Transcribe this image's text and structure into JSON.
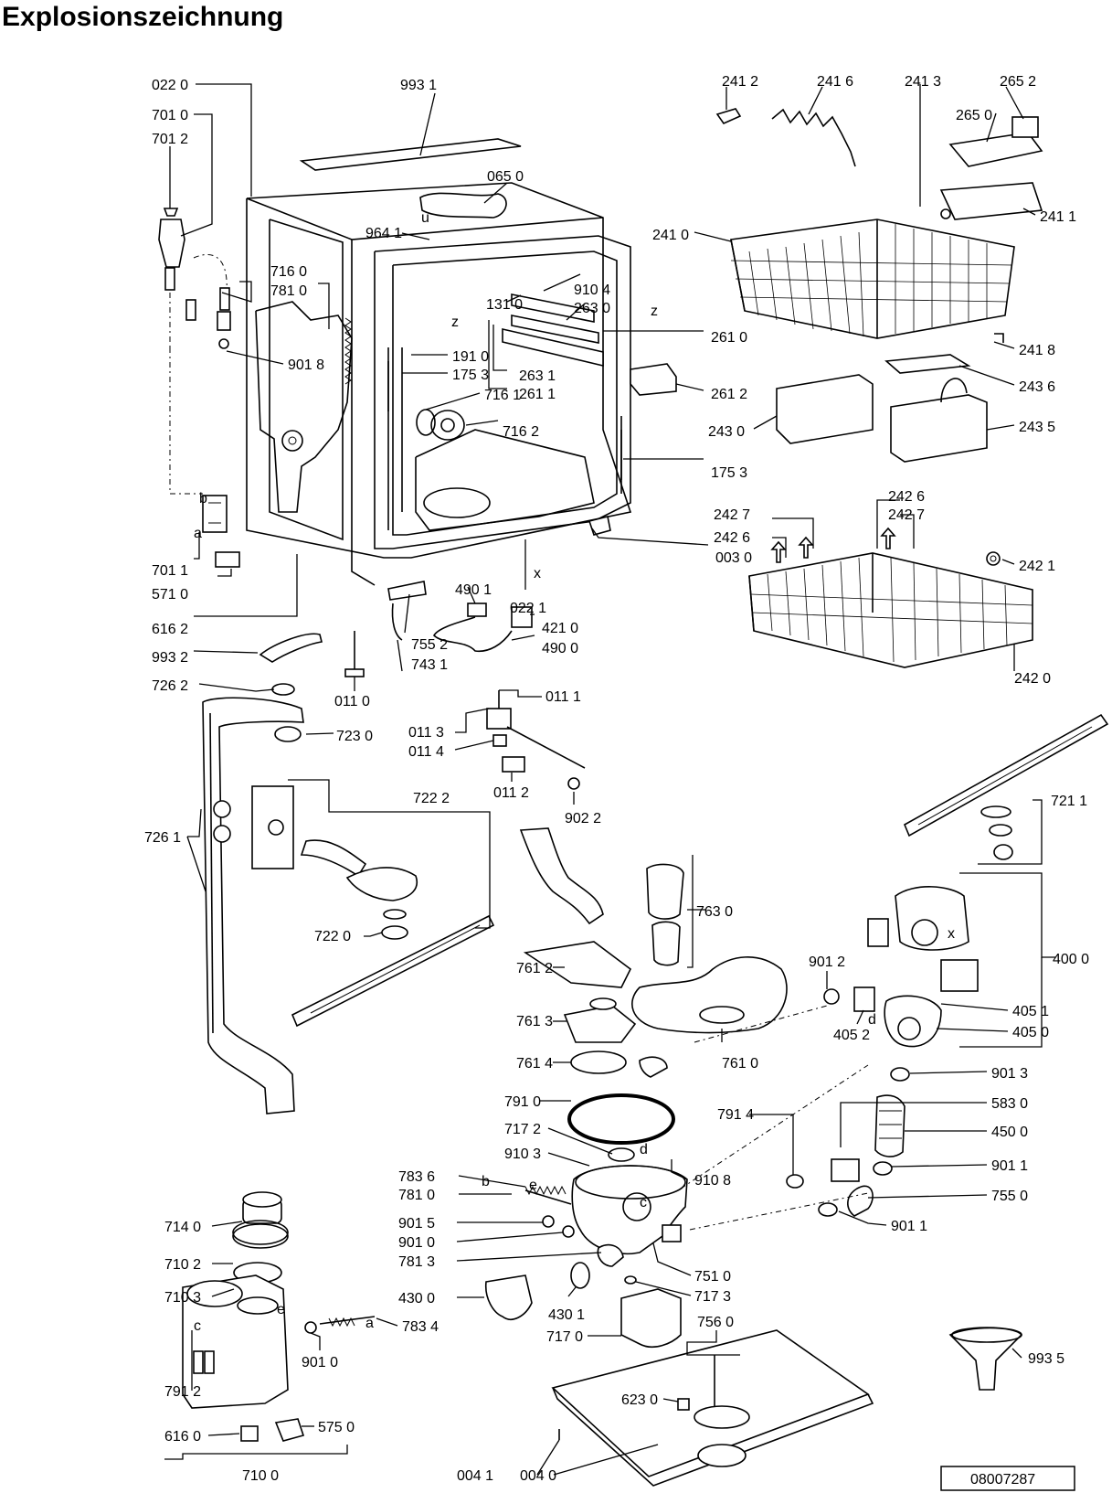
{
  "title": "Explosionszeichnung",
  "doc_number": "08007287",
  "callouts": {
    "c0220": "022 0",
    "c9931": "993 1",
    "c7010": "701 0",
    "c7012": "701 2",
    "c0650": "065 0",
    "c9641": "964 1",
    "c7160": "716 0",
    "c7810": "781 0",
    "c9104": "910 4",
    "c1310": "131 0",
    "c2630": "263 0",
    "c9018": "901 8",
    "c1910": "191 0",
    "c1753a": "175 3",
    "c7161": "716 1",
    "c7162": "716 2",
    "c2631": "263 1",
    "c2611": "261 1",
    "c2610": "261 0",
    "c2612": "261 2",
    "c1753b": "175 3",
    "c0030": "003 0",
    "c7011": "701 1",
    "c5710": "571 0",
    "c0221": "022 1",
    "c4901": "490 1",
    "c4210": "421 0",
    "c4900": "490 0",
    "c6162": "616 2",
    "c9932": "993 2",
    "c7552": "755 2",
    "c7431": "743 1",
    "c0110": "011 0",
    "c2412": "241 2",
    "c2416": "241 6",
    "c2413": "241 3",
    "c2652": "265 2",
    "c2650": "265 0",
    "c2411": "241 1",
    "c2410": "241 0",
    "c2418": "241 8",
    "c2436": "243 6",
    "c2430": "243 0",
    "c2435": "243 5",
    "c2426a": "242 6",
    "c2427a": "242 7",
    "c2427b": "242 7",
    "c2426b": "242 6",
    "c2421": "242 1",
    "c2420": "242 0",
    "c7262": "726 2",
    "c7230": "723 0",
    "c0111": "011 1",
    "c0113": "011 3",
    "c0114": "011 4",
    "c0112": "011 2",
    "c9022": "902 2",
    "c7222": "722 2",
    "c7261": "726 1",
    "c7220": "722 0",
    "c7211": "721 1",
    "c7630": "763 0",
    "c4000": "400 0",
    "c9012": "901 2",
    "c7612": "761 2",
    "c4051": "405 1",
    "c4052": "405 2",
    "c4050": "405 0",
    "c7613": "761 3",
    "c7614": "761 4",
    "c7610": "761 0",
    "c9013": "901 3",
    "c7910": "791 0",
    "c7914": "791 4",
    "c5830": "583 0",
    "c7172": "717 2",
    "c4500": "450 0",
    "c9103": "910 3",
    "c9108": "910 8",
    "c9011a": "901 1",
    "c7836": "783 6",
    "c7810b": "781 0",
    "c7550": "755 0",
    "c9011b": "901 1",
    "c9015": "901 5",
    "c9010a": "901 0",
    "c7140": "714 0",
    "c7813": "781 3",
    "c7510": "751 0",
    "c7102": "710 2",
    "c7103": "710 3",
    "c4300": "430 0",
    "c7173": "717 3",
    "c7834": "783 4",
    "c4301": "430 1",
    "c7560": "756 0",
    "c7170": "717 0",
    "c9935": "993 5",
    "c9010b": "901 0",
    "c6230": "623 0",
    "c7912": "791 2",
    "c6160": "616 0",
    "c5750": "575 0",
    "c0041": "004 1",
    "c0040": "004 0",
    "c7100": "710 0"
  },
  "letters": {
    "z1": "z",
    "z2": "z",
    "u": "u",
    "x1": "x",
    "b1": "b",
    "a1": "a",
    "x2": "x",
    "d1": "d",
    "b2": "b",
    "c1": "c",
    "d2": "d",
    "e1": "e",
    "e2": "e",
    "a2": "a",
    "c2": "c"
  }
}
